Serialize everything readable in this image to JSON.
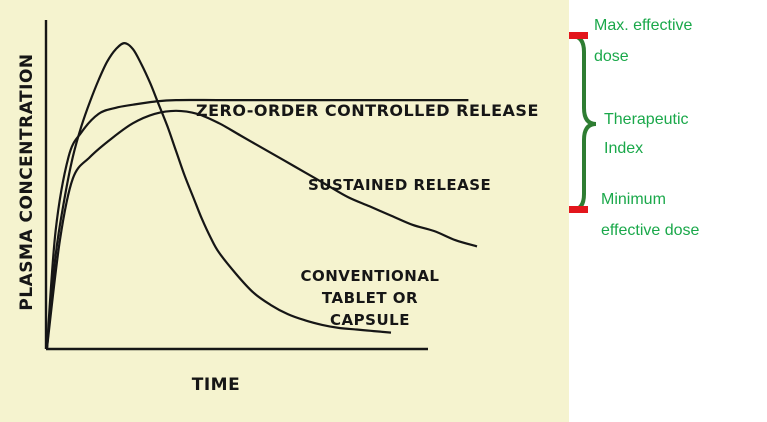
{
  "chart_data": {
    "type": "line",
    "xlabel": "TIME",
    "ylabel": "PLASMA CONCENTRATION",
    "xlim": [
      0,
      100
    ],
    "ylim": [
      0,
      100
    ],
    "grid": false,
    "series": [
      {
        "name": "ZERO-ORDER CONTROLLED RELEASE",
        "x": [
          0,
          2,
          5,
          8,
          12,
          16,
          20,
          25,
          30,
          40,
          50,
          60,
          70,
          80,
          90,
          98
        ],
        "y": [
          0,
          38,
          62,
          70,
          76,
          78,
          79,
          80,
          80.5,
          80.5,
          80.5,
          80.5,
          80.5,
          80.5,
          80.5,
          80.5
        ]
      },
      {
        "name": "SUSTAINED RELEASE",
        "x": [
          0,
          3,
          6,
          10,
          15,
          20,
          25,
          30,
          35,
          40,
          45,
          50,
          55,
          60,
          65,
          70,
          75,
          80,
          85,
          90,
          95,
          100
        ],
        "y": [
          0,
          35,
          55,
          62,
          68,
          73,
          76,
          77,
          76,
          73,
          69,
          65,
          61,
          57,
          53,
          49,
          46,
          43,
          40,
          38,
          35,
          33
        ]
      },
      {
        "name": "CONVENTIONAL TABLET OR CAPSULE",
        "x": [
          0,
          2,
          4,
          6,
          8,
          10,
          12,
          14,
          16,
          18,
          20,
          22,
          24,
          26,
          28,
          30,
          32,
          34,
          36,
          38,
          40,
          44,
          48,
          52,
          56,
          60,
          64,
          68,
          72,
          76,
          80
        ],
        "y": [
          0,
          30,
          48,
          62,
          72,
          80,
          87,
          93,
          97,
          99,
          97,
          92,
          86,
          79,
          72,
          64,
          56,
          49,
          42,
          36,
          31,
          24,
          18,
          14,
          11,
          9,
          7.5,
          6.5,
          6,
          5.5,
          5
        ]
      }
    ],
    "series_labels": {
      "zero_order": "ZERO-ORDER CONTROLLED RELEASE",
      "sustained": "SUSTAINED RELEASE",
      "conventional": [
        "CONVENTIONAL",
        "TABLET OR",
        "CAPSULE"
      ]
    }
  },
  "annotations": {
    "max_dose": [
      "Max. effective",
      "dose"
    ],
    "therapeutic_index": [
      "Therapeutic",
      "Index"
    ],
    "min_dose": [
      "Minimum",
      "effective dose"
    ]
  },
  "colors": {
    "paper": "#f5f3cf",
    "ink": "#161616",
    "annotation_text": "#1aa84a",
    "bracket": "#2e7d32",
    "dose_marker": "#e3161c"
  }
}
